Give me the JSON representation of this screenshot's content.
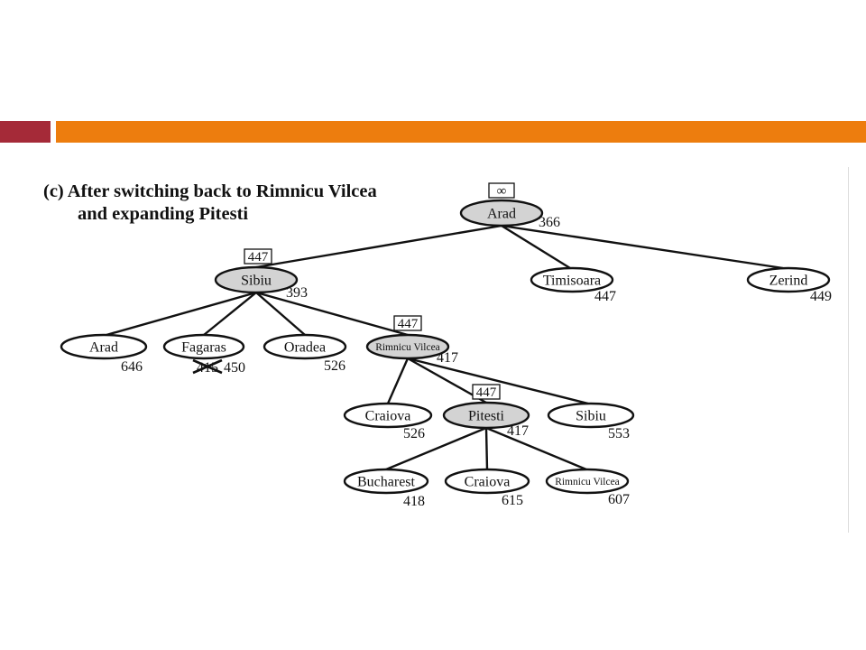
{
  "theme": {
    "accent_red": "#a52a38",
    "accent_orange": "#ed7d0e",
    "node_fill_expanded": "#d3d3d3",
    "line_color": "#111111"
  },
  "caption": {
    "prefix": "(c)",
    "line1": "After switching back to Rimnicu Vilcea",
    "line2": "and expanding Pitesti"
  },
  "tree": {
    "nodes": [
      {
        "id": "arad-root",
        "label": "Arad",
        "f": "366",
        "limit": "∞",
        "expanded": true
      },
      {
        "id": "sibiu",
        "label": "Sibiu",
        "f": "393",
        "limit": "447",
        "expanded": true
      },
      {
        "id": "timisoara",
        "label": "Timisoara",
        "f": "447",
        "expanded": false
      },
      {
        "id": "zerind",
        "label": "Zerind",
        "f": "449",
        "expanded": false
      },
      {
        "id": "arad-2",
        "label": "Arad",
        "f": "646",
        "expanded": false
      },
      {
        "id": "fagaras",
        "label": "Fagaras",
        "f": "450",
        "struck_f": "415",
        "expanded": false
      },
      {
        "id": "oradea",
        "label": "Oradea",
        "f": "526",
        "expanded": false
      },
      {
        "id": "rimnicu-vilcea",
        "label": "Rimnicu Vilcea",
        "f": "417",
        "limit": "447",
        "expanded": true
      },
      {
        "id": "craiova-1",
        "label": "Craiova",
        "f": "526",
        "expanded": false
      },
      {
        "id": "pitesti",
        "label": "Pitesti",
        "f": "417",
        "limit": "447",
        "expanded": true
      },
      {
        "id": "sibiu-2",
        "label": "Sibiu",
        "f": "553",
        "expanded": false
      },
      {
        "id": "bucharest",
        "label": "Bucharest",
        "f": "418",
        "expanded": false
      },
      {
        "id": "craiova-2",
        "label": "Craiova",
        "f": "615",
        "expanded": false
      },
      {
        "id": "rimnicu-vilcea-2",
        "label": "Rimnicu Vilcea",
        "f": "607",
        "expanded": false
      }
    ],
    "edges": [
      [
        "arad-root",
        "sibiu"
      ],
      [
        "arad-root",
        "timisoara"
      ],
      [
        "arad-root",
        "zerind"
      ],
      [
        "sibiu",
        "arad-2"
      ],
      [
        "sibiu",
        "fagaras"
      ],
      [
        "sibiu",
        "oradea"
      ],
      [
        "sibiu",
        "rimnicu-vilcea"
      ],
      [
        "rimnicu-vilcea",
        "craiova-1"
      ],
      [
        "rimnicu-vilcea",
        "pitesti"
      ],
      [
        "rimnicu-vilcea",
        "sibiu-2"
      ],
      [
        "pitesti",
        "bucharest"
      ],
      [
        "pitesti",
        "craiova-2"
      ],
      [
        "pitesti",
        "rimnicu-vilcea-2"
      ]
    ]
  }
}
